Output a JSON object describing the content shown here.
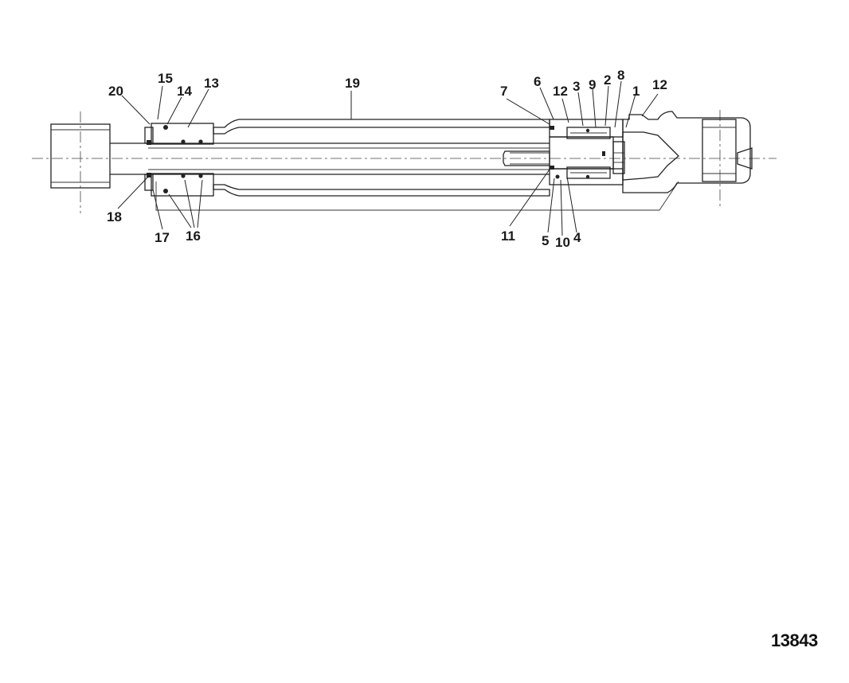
{
  "figure_number": "13843",
  "callouts": [
    {
      "id": "c20",
      "text": "20"
    },
    {
      "id": "c15",
      "text": "15"
    },
    {
      "id": "c14",
      "text": "14"
    },
    {
      "id": "c13",
      "text": "13"
    },
    {
      "id": "c19",
      "text": "19"
    },
    {
      "id": "c7",
      "text": "7"
    },
    {
      "id": "c6",
      "text": "6"
    },
    {
      "id": "c12a",
      "text": "12"
    },
    {
      "id": "c3",
      "text": "3"
    },
    {
      "id": "c9",
      "text": "9"
    },
    {
      "id": "c2",
      "text": "2"
    },
    {
      "id": "c8",
      "text": "8"
    },
    {
      "id": "c1",
      "text": "1"
    },
    {
      "id": "c12b",
      "text": "12"
    },
    {
      "id": "c18",
      "text": "18"
    },
    {
      "id": "c17",
      "text": "17"
    },
    {
      "id": "c16",
      "text": "16"
    },
    {
      "id": "c11",
      "text": "11"
    },
    {
      "id": "c5",
      "text": "5"
    },
    {
      "id": "c10",
      "text": "10"
    },
    {
      "id": "c4",
      "text": "4"
    }
  ]
}
